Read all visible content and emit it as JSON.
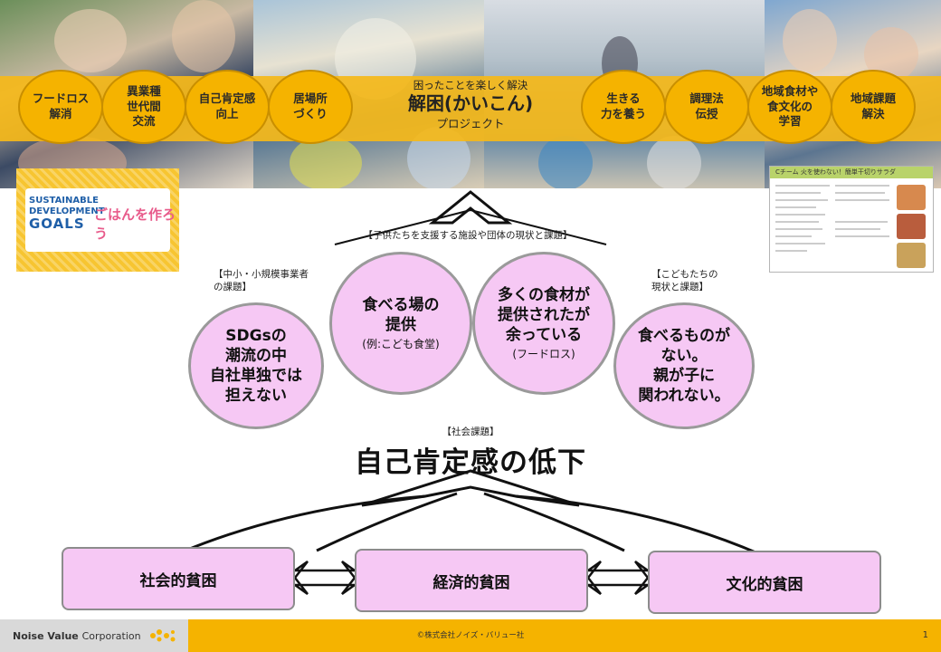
{
  "header": {
    "left_circles": [
      {
        "label": "フードロス\n解消"
      },
      {
        "label": "異業種\n世代間\n交流"
      },
      {
        "label": "自己肯定感\n向上"
      },
      {
        "label": "居場所\nづくり"
      }
    ],
    "right_circles": [
      {
        "label": "生きる\n力を養う"
      },
      {
        "label": "調理法\n伝授"
      },
      {
        "label": "地域食材や\n食文化の\n学習"
      },
      {
        "label": "地域課題\n解決"
      }
    ],
    "project": {
      "subtitle": "困ったことを楽しく解決",
      "title": "解困(かいこん)",
      "suffix": "プロジェクト"
    }
  },
  "sdgs_badge": {
    "line1": "SUSTAINABLE",
    "line2": "DEVELOPMENT",
    "line3": "GOALS",
    "brand": "ごはんを作ろう"
  },
  "recipe_card": {
    "team": "Cチーム",
    "title": "火を使わない！簡単干切りサラダ"
  },
  "diagram": {
    "top_label": "【子供たちを支援する施設や団体の現状と課題】",
    "left_label": "【中小・小規模事業者\nの課題】",
    "right_label": "【こどもたちの\n現状と課題】",
    "circles": [
      {
        "text": "SDGsの\n潮流の中\n自社単独では\n担えない",
        "sub": ""
      },
      {
        "text": "食べる場の\n提供",
        "sub": "(例:こども食堂)"
      },
      {
        "text": "多くの食材が\n提供されたが\n余っている",
        "sub": "(フードロス)"
      },
      {
        "text": "食べるものが\nない。\n親が子に\n関われない。",
        "sub": ""
      }
    ],
    "social_label": "【社会課題】",
    "main_heading": "自己肯定感の低下",
    "boxes": [
      "社会的貧困",
      "経済的貧困",
      "文化的貧困"
    ]
  },
  "footer": {
    "company": "Noise Value",
    "company_suffix": "Corporation",
    "copyright": "©株式会社ノイズ・バリュー社",
    "page": "1"
  },
  "colors": {
    "band": "#f5b300",
    "pink": "#f6c8f4",
    "footer": "#f5b300"
  }
}
